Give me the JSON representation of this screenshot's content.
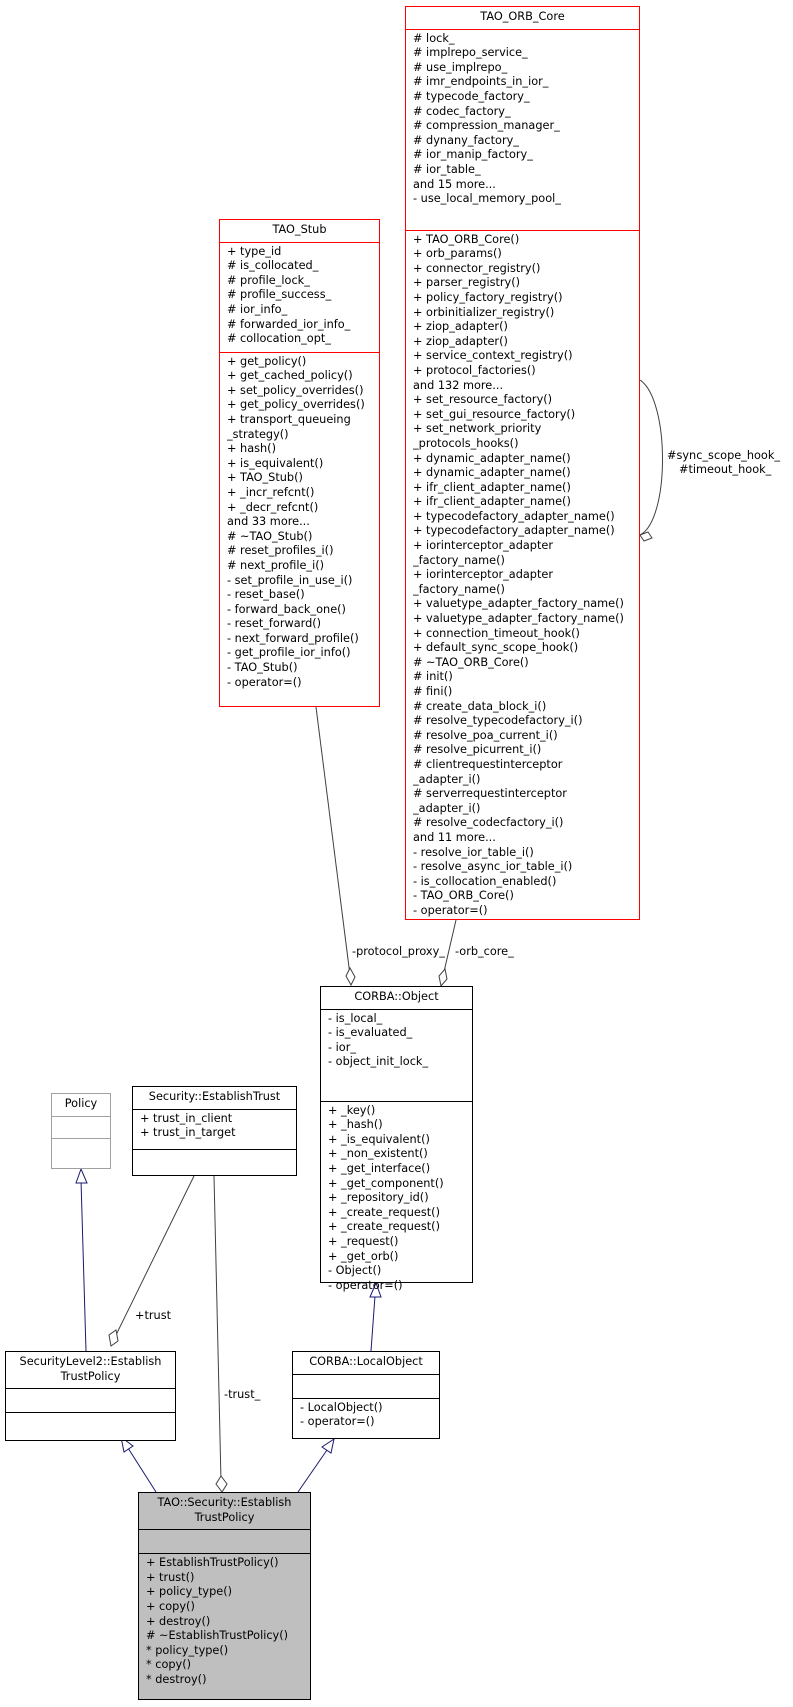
{
  "classes": {
    "tao_orb_core": {
      "name": "TAO_ORB_Core",
      "attributes": [
        "# lock_",
        "# implrepo_service_",
        "# use_implrepo_",
        "# imr_endpoints_in_ior_",
        "# typecode_factory_",
        "# codec_factory_",
        "# compression_manager_",
        "# dynany_factory_",
        "# ior_manip_factory_",
        "# ior_table_",
        "and 15 more...",
        "- use_local_memory_pool_"
      ],
      "methods": [
        "+ TAO_ORB_Core()",
        "+ orb_params()",
        "+ connector_registry()",
        "+ parser_registry()",
        "+ policy_factory_registry()",
        "+ orbinitializer_registry()",
        "+ ziop_adapter()",
        "+ ziop_adapter()",
        "+ service_context_registry()",
        "+ protocol_factories()",
        "and 132 more...",
        "+ set_resource_factory()",
        "+ set_gui_resource_factory()",
        "+ set_network_priority",
        "_protocols_hooks()",
        "+ dynamic_adapter_name()",
        "+ dynamic_adapter_name()",
        "+ ifr_client_adapter_name()",
        "+ ifr_client_adapter_name()",
        "+ typecodefactory_adapter_name()",
        "+ typecodefactory_adapter_name()",
        "+ iorinterceptor_adapter",
        "_factory_name()",
        "+ iorinterceptor_adapter",
        "_factory_name()",
        "+ valuetype_adapter_factory_name()",
        "+ valuetype_adapter_factory_name()",
        "+ connection_timeout_hook()",
        "+ default_sync_scope_hook()",
        "# ~TAO_ORB_Core()",
        "# init()",
        "# fini()",
        "# create_data_block_i()",
        "# resolve_typecodefactory_i()",
        "# resolve_poa_current_i()",
        "# resolve_picurrent_i()",
        "# clientrequestinterceptor",
        "_adapter_i()",
        "# serverrequestinterceptor",
        "_adapter_i()",
        "# resolve_codecfactory_i()",
        "and 11 more...",
        "- resolve_ior_table_i()",
        "- resolve_async_ior_table_i()",
        "- is_collocation_enabled()",
        "- TAO_ORB_Core()",
        "- operator=()"
      ]
    },
    "tao_stub": {
      "name": "TAO_Stub",
      "attributes": [
        "+ type_id",
        "# is_collocated_",
        "# profile_lock_",
        "# profile_success_",
        "# ior_info_",
        "# forwarded_ior_info_",
        "# collocation_opt_"
      ],
      "methods": [
        "+ get_policy()",
        "+ get_cached_policy()",
        "+ set_policy_overrides()",
        "+ get_policy_overrides()",
        "+ transport_queueing",
        "_strategy()",
        "+ hash()",
        "+ is_equivalent()",
        "+ TAO_Stub()",
        "+ _incr_refcnt()",
        "+ _decr_refcnt()",
        "and 33 more...",
        "# ~TAO_Stub()",
        "# reset_profiles_i()",
        "# next_profile_i()",
        "- set_profile_in_use_i()",
        "- reset_base()",
        "- forward_back_one()",
        "- reset_forward()",
        "- next_forward_profile()",
        "- get_profile_ior_info()",
        "- TAO_Stub()",
        "- operator=()"
      ]
    },
    "corba_object": {
      "name": "CORBA::Object",
      "attributes": [
        "- is_local_",
        "- is_evaluated_",
        "- ior_",
        "- object_init_lock_"
      ],
      "methods": [
        "+ _key()",
        "+ _hash()",
        "+ _is_equivalent()",
        "+ _non_existent()",
        "+ _get_interface()",
        "+ _get_component()",
        "+ _repository_id()",
        "+ _create_request()",
        "+ _create_request()",
        "+ _request()",
        "+ _get_orb()",
        "- Object()",
        "- operator=()"
      ]
    },
    "policy": {
      "name": "Policy",
      "attributes": [],
      "methods": []
    },
    "security_establish_trust": {
      "name": "Security::EstablishTrust",
      "attributes": [
        "+ trust_in_client",
        "+ trust_in_target"
      ],
      "methods": []
    },
    "securitylevel2_establish_trust_policy": {
      "name_lines": [
        "SecurityLevel2::Establish",
        "TrustPolicy"
      ],
      "attributes": [],
      "methods": []
    },
    "corba_local_object": {
      "name": "CORBA::LocalObject",
      "attributes": [],
      "methods": [
        "- LocalObject()",
        "- operator=()"
      ]
    },
    "tao_security_establish_trust_policy": {
      "name_lines": [
        "TAO::Security::Establish",
        "TrustPolicy"
      ],
      "attributes": [],
      "methods": [
        "+ EstablishTrustPolicy()",
        "+ trust()",
        "+ policy_type()",
        "+ copy()",
        "+ destroy()",
        "# ~EstablishTrustPolicy()",
        "* policy_type()",
        "* copy()",
        "* destroy()"
      ]
    }
  },
  "edge_labels": {
    "sync_scope_hook": "#sync_scope_hook_",
    "timeout_hook": "#timeout_hook_",
    "protocol_proxy": "-protocol_proxy_",
    "orb_core": "-orb_core_",
    "trust_plus": "+trust",
    "trust_minus": "-trust_"
  },
  "colors": {
    "class_border": "#ff0000",
    "class_border_complete": "#000000",
    "class_border_external": "#a0a0a0",
    "focus_fill": "#bfbfbf",
    "inheritance_edge": "#191970",
    "association_edge": "#404040"
  }
}
